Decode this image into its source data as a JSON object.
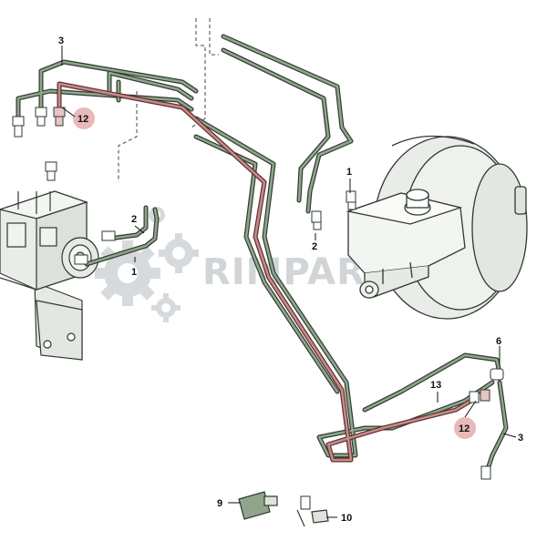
{
  "diagram": {
    "callouts": {
      "c3_top": "3",
      "c12_top": "12",
      "c2_left": "2",
      "c1_left": "1",
      "c1_right": "1",
      "c2_right": "2",
      "c6": "6",
      "c13": "13",
      "c12_bottom": "12",
      "c3_right": "3",
      "c9": "9",
      "c10": "10"
    },
    "watermark": "RIMPARTS",
    "colors": {
      "pipe_green": "#6f8a6c",
      "pipe_red": "#b06a6a",
      "highlight_circle": "#e8b9b9",
      "component_fill": "#e9ece8",
      "component_stroke": "#2f3a2f",
      "watermark": "#9aa3aa"
    },
    "icons": [
      "gear-icon",
      "brake-booster-icon",
      "abs-unit-icon",
      "pipe-connector-icon",
      "clip-icon"
    ]
  }
}
